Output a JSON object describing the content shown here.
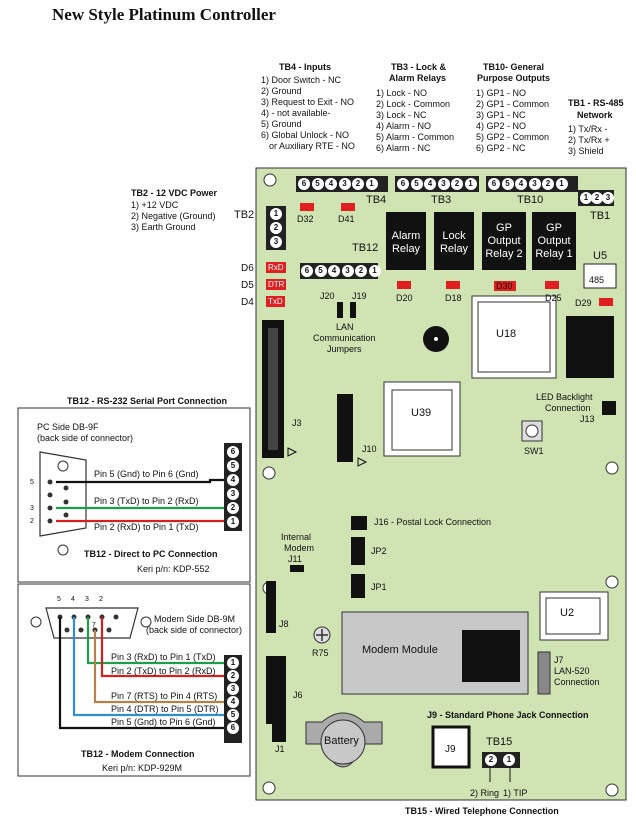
{
  "title": "New Style Platinum Controller",
  "tb4": {
    "heading": "TB4 - Inputs",
    "lines": [
      "1) Door Switch - NC",
      "2) Ground",
      "3) Request to Exit - NO",
      "4) - not available-",
      "5) Ground",
      "6) Global Unlock - NO",
      "or Auxiliary RTE - NO"
    ],
    "label": "TB4"
  },
  "tb3": {
    "heading1": "TB3 - Lock &",
    "heading2": "Alarm Relays",
    "lines": [
      "1) Lock - NO",
      "2) Lock - Common",
      "3) Lock - NC",
      "4) Alarm - NO",
      "5) Alarm - Common",
      "6) Alarm - NC"
    ],
    "label": "TB3"
  },
  "tb10": {
    "heading1": "TB10- General",
    "heading2": "Purpose Outputs",
    "lines": [
      "1) GP1 - NO",
      "2) GP1 - Common",
      "3) GP1 - NC",
      "4) GP2 - NO",
      "5) GP2 - Common",
      "6) GP2 - NC"
    ],
    "label": "TB10"
  },
  "tb1": {
    "heading1": "TB1 - RS-485",
    "heading2": "Network",
    "lines": [
      "1) Tx/Rx -",
      "2) Tx/Rx +",
      "3) Shield"
    ],
    "label": "TB1"
  },
  "tb2": {
    "heading": "TB2 - 12 VDC Power",
    "lines": [
      "1) +12 VDC",
      "2) Negative (Ground)",
      "3) Earth Ground"
    ],
    "label": "TB2"
  },
  "tb12": {
    "label": "TB12"
  },
  "leds": {
    "d32": "D32",
    "d41": "D41",
    "d20": "D20",
    "d18": "D18",
    "d30": "D30",
    "d25": "D25",
    "d29": "D29",
    "d6": "D6",
    "d5": "D5",
    "d4": "D4",
    "rxd": "RxD",
    "dtr": "DTR",
    "txd": "TxD"
  },
  "relays": [
    "Alarm\nRelay",
    "Lock\nRelay",
    "GP\nOutput\nRelay 2",
    "GP\nOutput\nRelay 1"
  ],
  "u5": {
    "label": "U5",
    "chip": "485"
  },
  "jumpers": {
    "j20": "J20",
    "j19": "J19",
    "lan1": "LAN",
    "lan2": "Communication",
    "lan3": "Jumpers"
  },
  "u18": "U18",
  "u39": "U39",
  "j3": "J3",
  "j10": "J10",
  "sw1": "SW1",
  "led_backlight": {
    "l1": "LED Backlight",
    "l2": "Connection",
    "l3": "J13"
  },
  "j16": "J16 - Postal Lock Connection",
  "internal_modem": {
    "l1": "Internal",
    "l2": "Modem",
    "l3": "J11"
  },
  "jp2": "JP2",
  "jp1": "JP1",
  "j8": "J8",
  "u2": "U2",
  "r75": "R75",
  "modem_module": "Modem Module",
  "j7": {
    "l1": "J7",
    "l2": "LAN-520",
    "l3": "Connection"
  },
  "j6": "J6",
  "j9_heading": "J9 - Standard Phone Jack Connection",
  "j9": "J9",
  "tb15": "TB15",
  "j1": "J1",
  "battery": "Battery",
  "ring_tip": {
    "ring": "2) Ring",
    "tip": "1) TIP"
  },
  "tb15_caption": "TB15 - Wired Telephone Connection",
  "pc_panel": {
    "heading": "TB12 - RS-232 Serial Port Connection",
    "side1": "PC Side DB-9F",
    "side2": "(back side of connector)",
    "pins_left": [
      "5",
      "3",
      "2"
    ],
    "wires": [
      "Pin 5 (Gnd) to Pin 6 (Gnd)",
      "Pin 3 (TxD) to Pin 2 (RxD)",
      "Pin 2 (RxD) to Pin 1 (TxD)"
    ],
    "caption": "TB12 - Direct to PC Connection",
    "part": "Keri p/n: KDP-552"
  },
  "modem_panel": {
    "pins_top": [
      "5",
      "4",
      "3",
      "2"
    ],
    "pin7": "7",
    "side1": "Modem Side DB-9M",
    "side2": "(back side of connector)",
    "wires": [
      "Pin 3 (RxD) to Pin 1 (TxD)",
      "Pin 2 (TxD) to Pin 2 (RxD)",
      "Pin 7 (RTS) to Pin 4 (RTS)",
      "Pin 4 (DTR) to Pin 5 (DTR)",
      "Pin 5 (Gnd) to Pin 6 (Gnd)"
    ],
    "caption": "TB12 - Modem Connection",
    "part": "Keri p/n: KDP-929M"
  },
  "terminal_numbers_6": [
    "6",
    "5",
    "4",
    "3",
    "2",
    "1"
  ],
  "terminal_numbers_3": [
    "1",
    "2",
    "3"
  ],
  "colors": {
    "board": "#cfe3b3",
    "wire_green": "#1f9e48",
    "wire_red": "#d42020",
    "wire_brown": "#b5814a",
    "wire_blue": "#2f8fd6",
    "led_red": "#e02020"
  }
}
